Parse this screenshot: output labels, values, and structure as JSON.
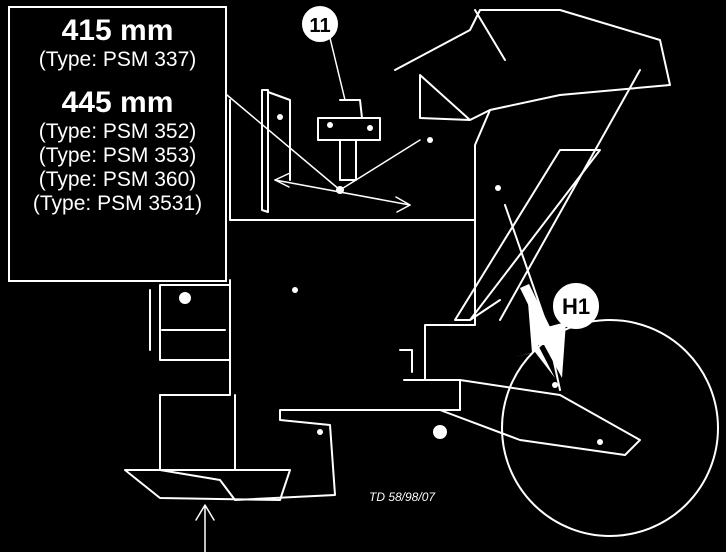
{
  "callouts": {
    "part_number": "11",
    "arrow_label": "H1"
  },
  "spec": {
    "dim1": "415 mm",
    "dim1_types": [
      "(Type: PSM 337)"
    ],
    "dim2": "445 mm",
    "dim2_types": [
      "(Type: PSM 352)",
      "(Type: PSM 353)",
      "(Type: PSM 360)",
      "(Type: PSM 3531)"
    ]
  },
  "drawing_ref": "TD 58/98/07",
  "colors": {
    "background": "#000000",
    "lines": "#ffffff"
  }
}
